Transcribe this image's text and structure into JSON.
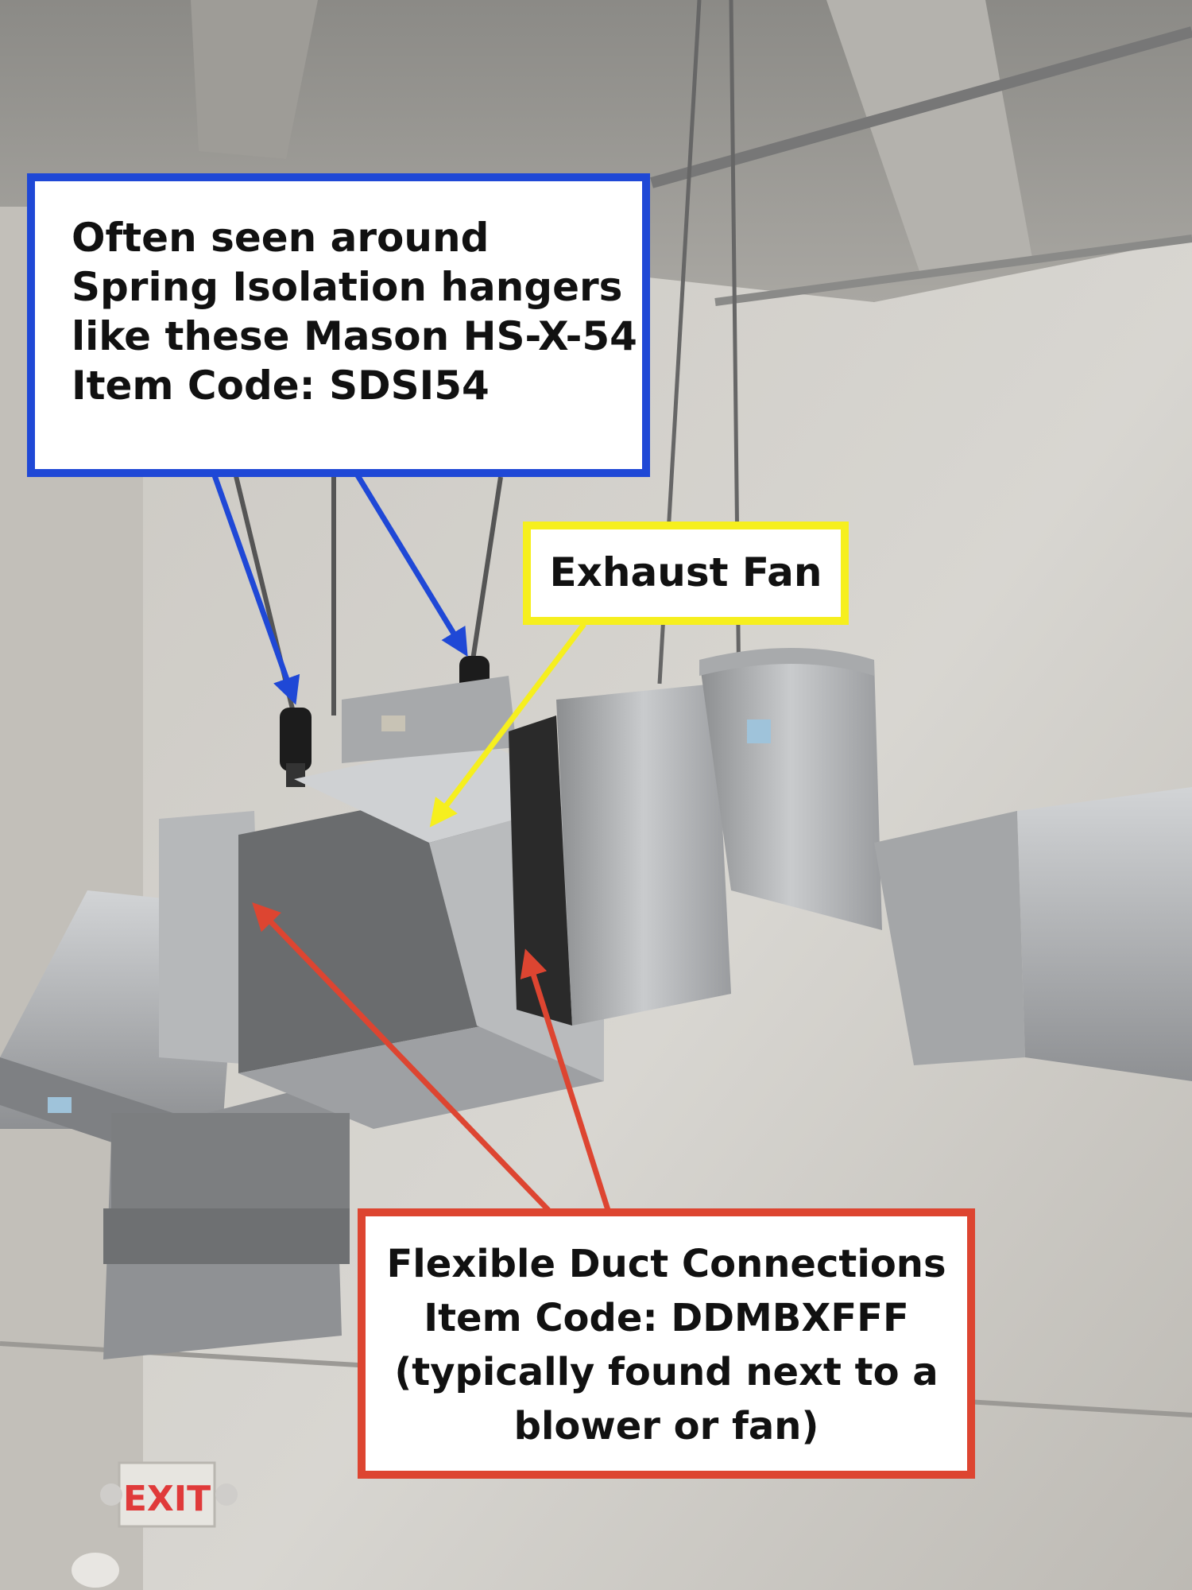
{
  "annotations": {
    "hangers": {
      "lines": [
        "Often seen around",
        "Spring Isolation hangers",
        "like these Mason HS-X-54",
        "Item Code: SDSI54"
      ],
      "color": "#1f48d6"
    },
    "fan": {
      "lines": [
        "Exhaust Fan"
      ],
      "color": "#f6ef1e"
    },
    "flex": {
      "lines": [
        "Flexible Duct Connections",
        "Item Code: DDMBXFFF",
        "(typically found next to a",
        "blower or fan)"
      ],
      "color": "#dd4531"
    }
  },
  "exit_sign": {
    "text": "EXIT",
    "color": "#e03a3a"
  }
}
